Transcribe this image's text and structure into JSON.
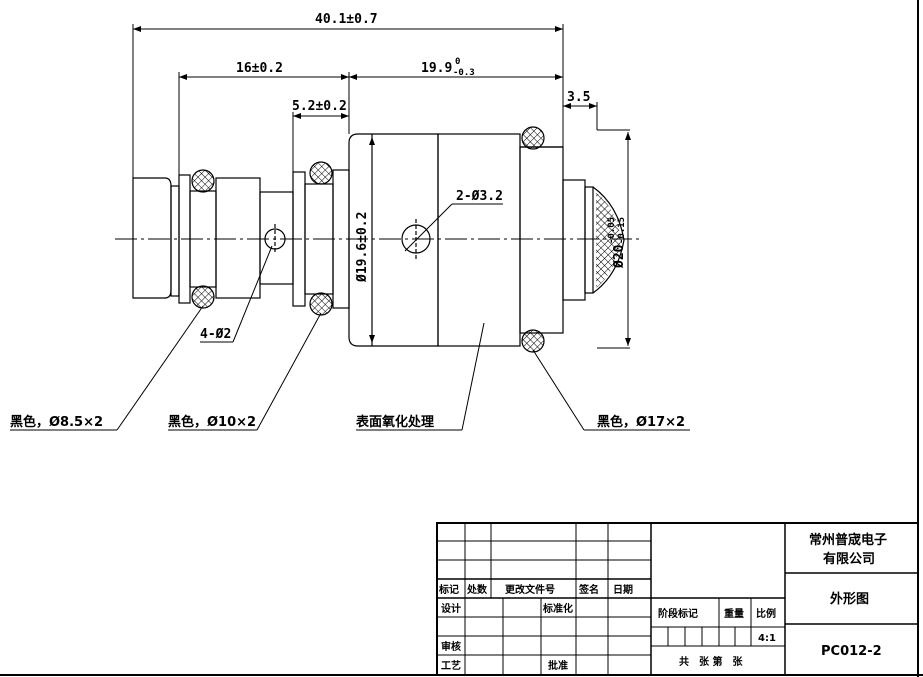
{
  "dimensions": {
    "overall_length": "40.1±0.7",
    "length_16": "16±0.2",
    "length_19_9_base": "19.9",
    "length_19_9_upper": "0",
    "length_19_9_lower": "-0.3",
    "length_5_2": "5.2±0.2",
    "length_3_5": "3.5",
    "dia_19_6": "Ø19.6±0.2",
    "dia_20_base": "Ø20",
    "dia_20_upper": "-0.05",
    "dia_20_lower": "-0.15",
    "holes_2": "2-Ø3.2",
    "holes_4": "4-Ø2"
  },
  "callouts": {
    "oring_small": "黑色，Ø8.5×2",
    "oring_medium": "黑色，Ø10×2",
    "surface": "表面氧化处理",
    "oring_large": "黑色，Ø17×2"
  },
  "title_block": {
    "col_mark": "标记",
    "col_count": "处数",
    "col_doc": "更改文件号",
    "col_sign": "签名",
    "col_date": "日期",
    "design": "设计",
    "standardize": "标准化",
    "review": "审核",
    "process": "工艺",
    "approve": "批准",
    "stage_mark": "阶段标记",
    "weight": "重量",
    "scale_label": "比例",
    "scale_value": "4:1",
    "sheets": "共　张  第　张",
    "company_line1": "常州普宬电子",
    "company_line2": "有限公司",
    "drawing_title": "外形图",
    "drawing_number": "PC012-2"
  }
}
